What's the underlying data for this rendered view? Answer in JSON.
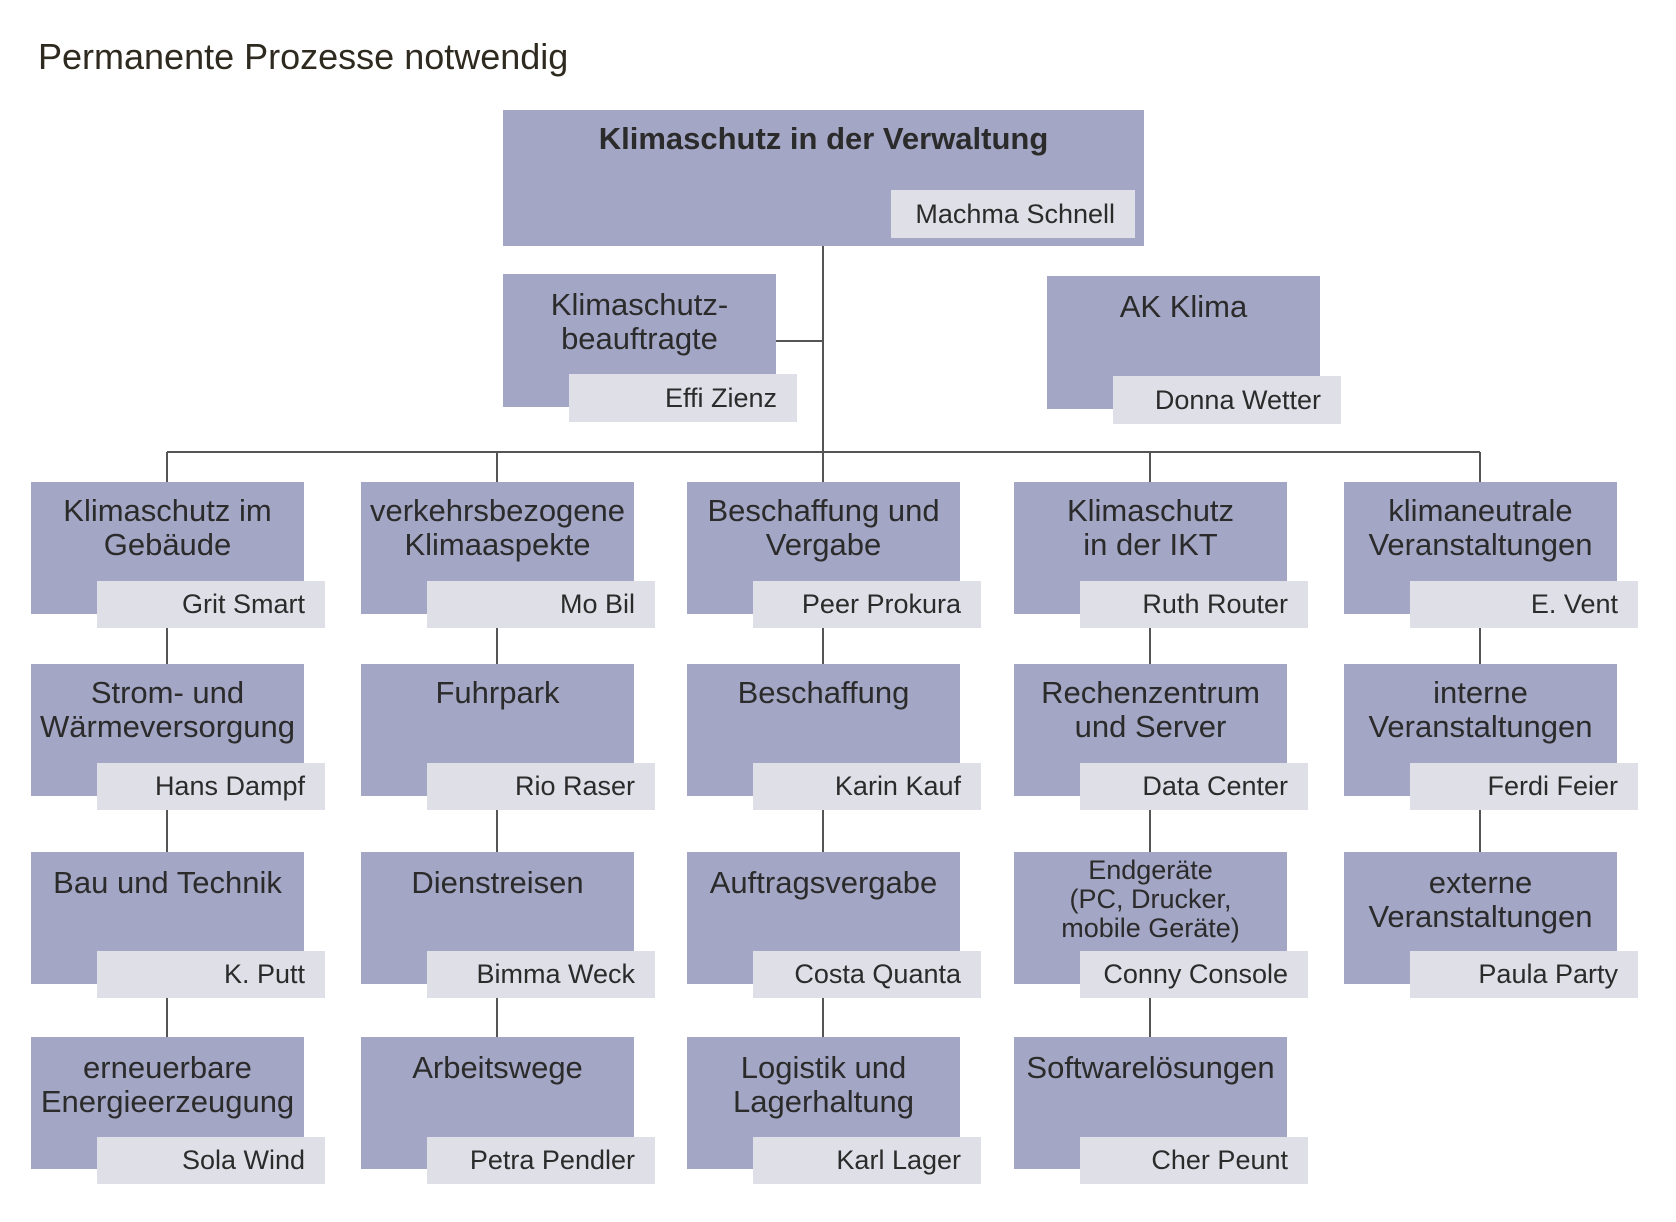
{
  "title": "Permanente Prozesse notwendig",
  "root": {
    "title": "Klimaschutz in der Verwaltung",
    "person": "Machma Schnell"
  },
  "staff": {
    "beauftragte": {
      "title": "Klimaschutz-\nbeauftragte",
      "person": "Effi Zienz"
    },
    "ak": {
      "title": "AK Klima",
      "person": "Donna Wetter"
    }
  },
  "columns": [
    {
      "title": "Klimaschutz im\nGebäude",
      "person": "Grit Smart",
      "children": [
        {
          "title": "Strom- und\nWärmeversorgung",
          "person": "Hans Dampf"
        },
        {
          "title": "Bau und Technik",
          "person": "K. Putt"
        },
        {
          "title": "erneuerbare\nEnergieerzeugung",
          "person": "Sola Wind"
        }
      ]
    },
    {
      "title": "verkehrsbezogene\nKlimaaspekte",
      "person": "Mo Bil",
      "children": [
        {
          "title": "Fuhrpark",
          "person": "Rio Raser"
        },
        {
          "title": "Dienstreisen",
          "person": "Bimma Weck"
        },
        {
          "title": "Arbeitswege",
          "person": "Petra Pendler"
        }
      ]
    },
    {
      "title": "Beschaffung und\nVergabe",
      "person": "Peer Prokura",
      "children": [
        {
          "title": "Beschaffung",
          "person": "Karin Kauf"
        },
        {
          "title": "Auftragsvergabe",
          "person": "Costa Quanta"
        },
        {
          "title": "Logistik und\nLagerhaltung",
          "person": "Karl Lager"
        }
      ]
    },
    {
      "title": "Klimaschutz\nin der IKT",
      "person": "Ruth Router",
      "children": [
        {
          "title": "Rechenzentrum\nund Server",
          "person": "Data Center"
        },
        {
          "title": "Endgeräte\n(PC, Drucker,\nmobile Geräte)",
          "person": "Conny Console"
        },
        {
          "title": "Softwarelösungen",
          "person": "Cher Peunt"
        }
      ]
    },
    {
      "title": "klimaneutrale\nVeranstaltungen",
      "person": "E. Vent",
      "children": [
        {
          "title": "interne\nVeranstaltungen",
          "person": "Ferdi Feier"
        },
        {
          "title": "externe\nVeranstaltungen",
          "person": "Paula Party"
        }
      ]
    }
  ]
}
